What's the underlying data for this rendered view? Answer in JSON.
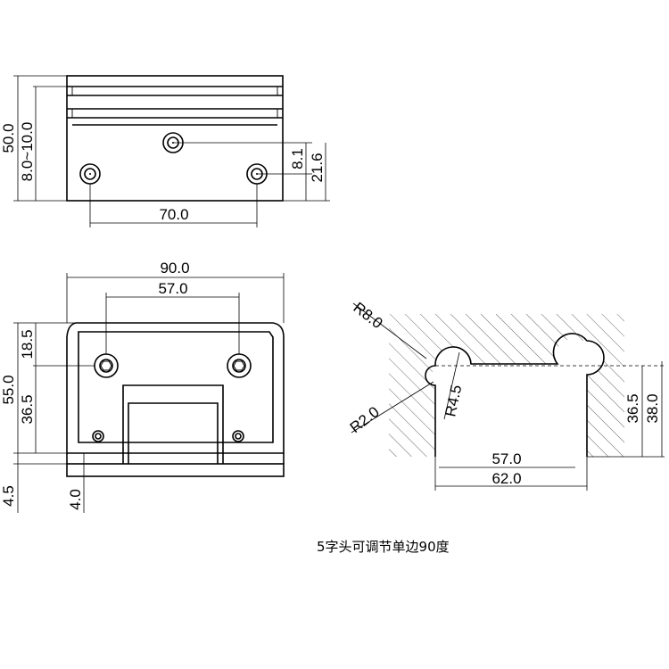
{
  "top_view": {
    "dim_height_total": "50.0",
    "dim_height_adjust": "8.0~10.0",
    "dim_upper_hole": "8.1",
    "dim_lower_holes": "21.6",
    "dim_hole_spacing": "70.0"
  },
  "front_view": {
    "dim_width": "90.0",
    "dim_hole_spacing": "57.0",
    "dim_top_to_hole": "18.5",
    "dim_height_total": "55.0",
    "dim_hole_to_base": "36.5",
    "dim_base_thickness": "4.5",
    "dim_plate_thickness": "4.0"
  },
  "section_view": {
    "dim_radius_large": "R8.0",
    "dim_radius_mid": "R4.5",
    "dim_radius_small": "R2.0",
    "dim_inner_width": "57.0",
    "dim_outer_width": "62.0",
    "dim_inner_depth": "36.5",
    "dim_outer_depth": "38.0"
  },
  "caption": "5字头可调节单边90度"
}
